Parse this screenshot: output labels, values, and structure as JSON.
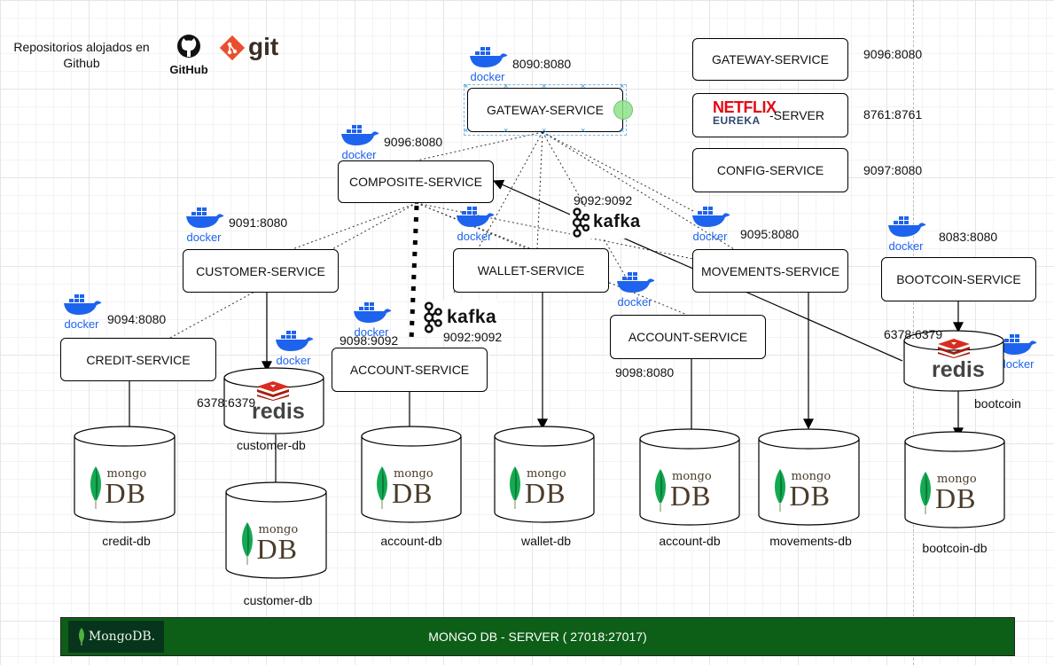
{
  "header": {
    "repo_text_line1": "Repositorios alojados en",
    "repo_text_line2": "Github",
    "github_label": "GitHub",
    "git_label": "git"
  },
  "legend": {
    "gateway": {
      "name": "GATEWAY-SERVICE",
      "port": "9096:8080"
    },
    "eureka": {
      "brand_top": "NETFLIX",
      "brand_bottom": "EUREKA",
      "name": "-SERVER",
      "port": "8761:8761"
    },
    "config": {
      "name": "CONFIG-SERVICE",
      "port": "9097:8080"
    }
  },
  "services": {
    "gateway": {
      "name": "GATEWAY-SERVICE",
      "port": "8090:8080"
    },
    "composite": {
      "name": "COMPOSITE-SERVICE",
      "port": "9096:8080"
    },
    "customer": {
      "name": "CUSTOMER-SERVICE",
      "port": "9091:8080"
    },
    "wallet": {
      "name": "WALLET-SERVICE"
    },
    "movements": {
      "name": "MOVEMENTS-SERVICE",
      "port": "9095:8080"
    },
    "bootcoin": {
      "name": "BOOTCOIN-SERVICE",
      "port": "8083:8080"
    },
    "credit": {
      "name": "CREDIT-SERVICE",
      "port": "9094:8080"
    },
    "account_left": {
      "name": "ACCOUNT-SERVICE",
      "port": "9098:9092"
    },
    "account_right": {
      "name": "ACCOUNT-SERVICE",
      "port": "9098:8080"
    }
  },
  "kafka": {
    "upper": {
      "label": "kafka",
      "port": "9092:9092"
    },
    "lower": {
      "label": "kafka",
      "port": "9092:9092"
    }
  },
  "caches": {
    "customer_redis": {
      "brand": "redis",
      "port": "6378:6379",
      "db_label": "customer-db"
    },
    "bootcoin_redis": {
      "brand": "redis",
      "port": "6378:6379",
      "db_label": "bootcoin"
    }
  },
  "databases": [
    {
      "id": "credit",
      "brand_top": "mongo",
      "brand_bottom": "DB",
      "label": "credit-db"
    },
    {
      "id": "customer",
      "brand_top": "mongo",
      "brand_bottom": "DB",
      "label": "customer-db"
    },
    {
      "id": "account_left",
      "brand_top": "mongo",
      "brand_bottom": "DB",
      "label": "account-db"
    },
    {
      "id": "wallet",
      "brand_top": "mongo",
      "brand_bottom": "DB",
      "label": "wallet-db"
    },
    {
      "id": "account_right",
      "brand_top": "mongo",
      "brand_bottom": "DB",
      "label": "account-db"
    },
    {
      "id": "movements",
      "brand_top": "mongo",
      "brand_bottom": "DB",
      "label": "movements-db"
    },
    {
      "id": "bootcoin",
      "brand_top": "mongo",
      "brand_bottom": "DB",
      "label": "bootcoin-db"
    }
  ],
  "docker_label": "docker",
  "footer": {
    "logo": "MongoDB.",
    "text": "MONGO DB - SERVER  ( 27018:27017)"
  }
}
